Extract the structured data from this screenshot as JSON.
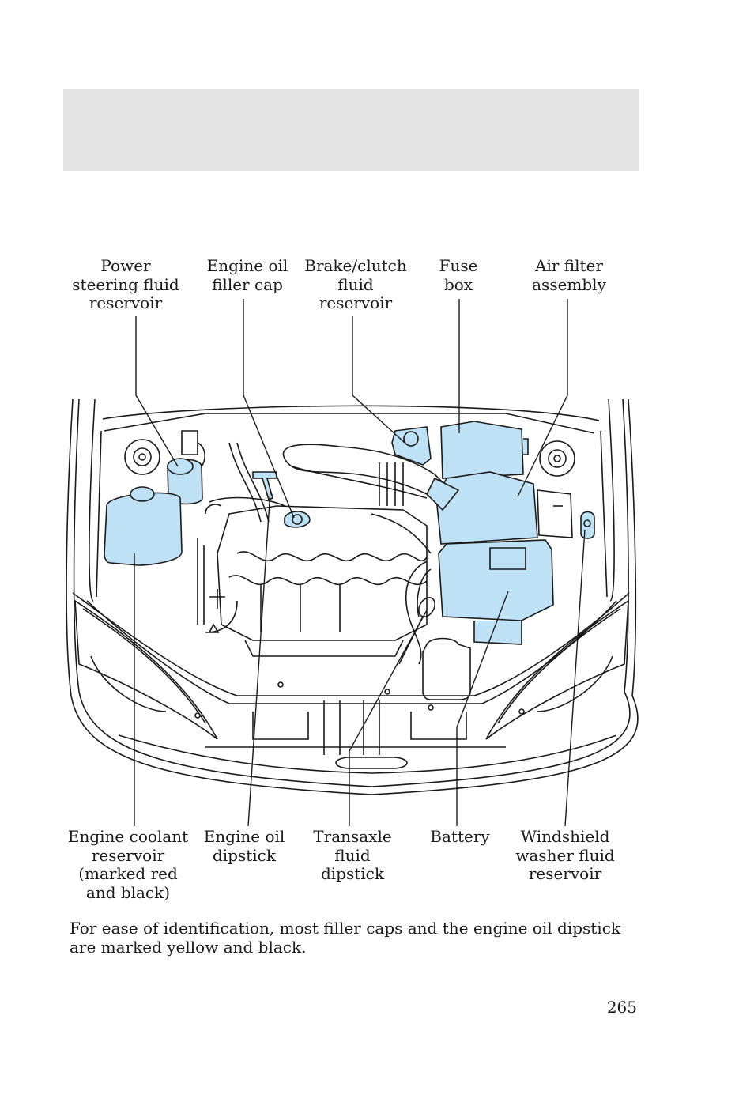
{
  "labels_top": {
    "power_steering": "Power\nsteering fluid\nreservoir",
    "engine_oil_cap": "Engine oil\nfiller cap",
    "brake_clutch": "Brake/clutch\nfluid\nreservoir",
    "fuse_box": "Fuse\nbox",
    "air_filter": "Air filter\nassembly"
  },
  "labels_bottom": {
    "coolant": "Engine coolant\nreservoir\n(marked red\nand black)",
    "oil_dipstick": "Engine oil\ndipstick",
    "transaxle": "Transaxle\nfluid\ndipstick",
    "battery": "Battery",
    "washer": "Windshield\nwasher fluid\nreservoir"
  },
  "note": "For ease of identification, most filler caps and the engine oil dipstick are marked yellow and black.",
  "page_number": "265",
  "colors": {
    "highlight": "#bfe1f5",
    "header_band": "#e3e3e3",
    "line": "#1a1a1a"
  }
}
